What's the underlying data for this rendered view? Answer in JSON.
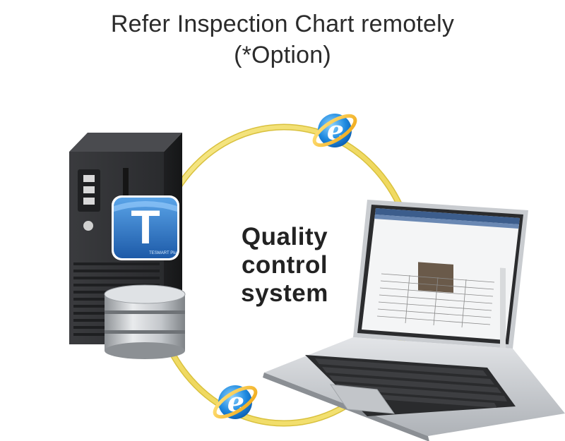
{
  "header": {
    "title_line1": "Refer Inspection Chart remotely",
    "title_line2": "(*Option)"
  },
  "center_label": {
    "line1": "Quality",
    "line2": "control",
    "line3": "system"
  },
  "app_icon": {
    "letter": "T",
    "caption": "TESMART Plus"
  },
  "icons": [
    "browser-icon-top",
    "browser-icon-bottom",
    "server-icon",
    "database-icon",
    "laptop-icon"
  ],
  "colors": {
    "ring": "#f1de6b",
    "server": "#2f3033",
    "app_icon_blue": "#2a6fc0",
    "db_silver": "#bfc2c6",
    "laptop_silver": "#cfd2d6"
  }
}
